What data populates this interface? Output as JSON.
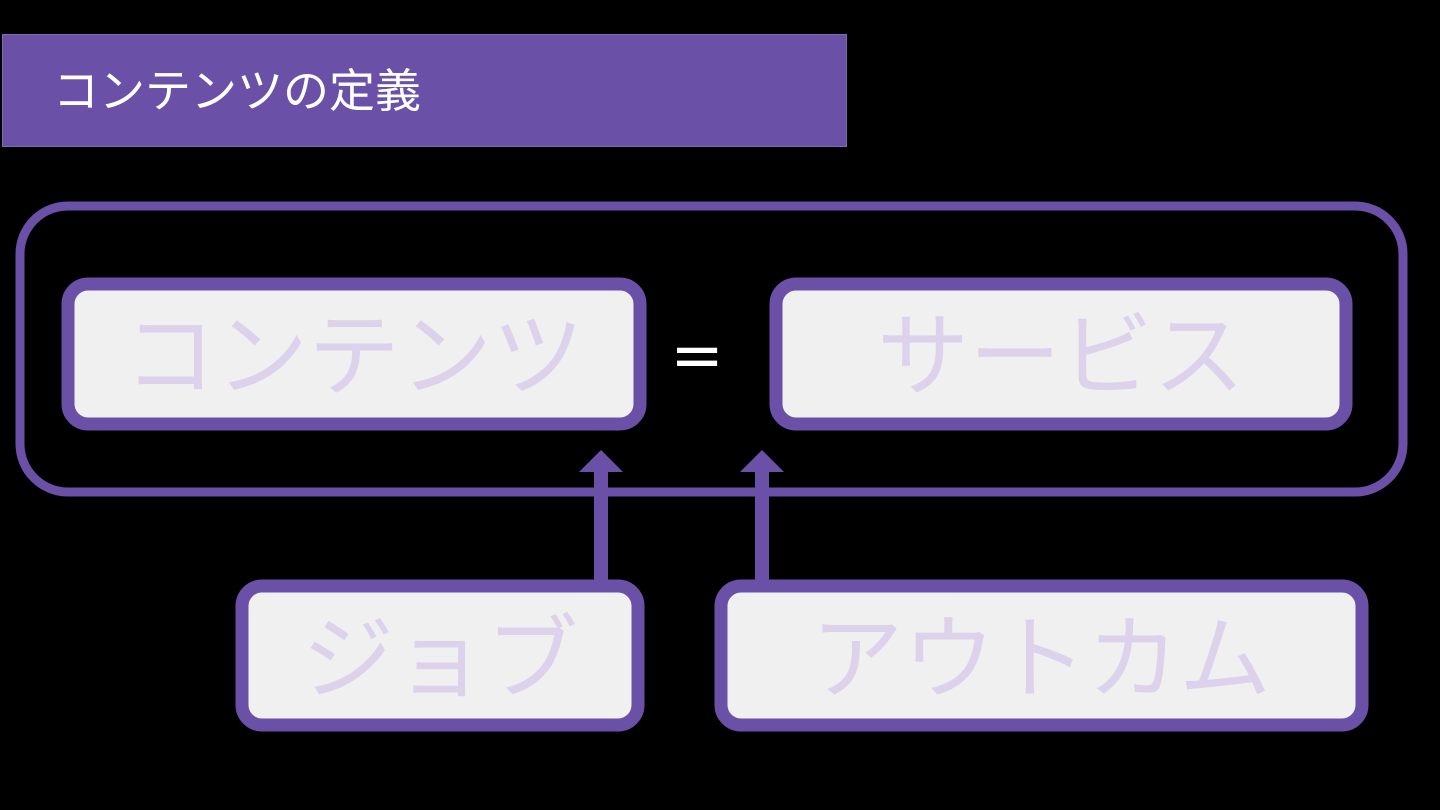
{
  "header": {
    "title": "コンテンツの定義"
  },
  "diagram": {
    "nodes": {
      "content": "コンテンツ",
      "service": "サービス",
      "job": "ジョブ",
      "outcome": "アウトカム"
    },
    "equals": "="
  },
  "colors": {
    "accent": "#6a50a7",
    "box_fill": "#f0f0f0",
    "node_text": "#dcd2ec",
    "background": "#000000",
    "title_text": "#ffffff"
  },
  "icons": {
    "arrow": "arrow-up-icon"
  }
}
